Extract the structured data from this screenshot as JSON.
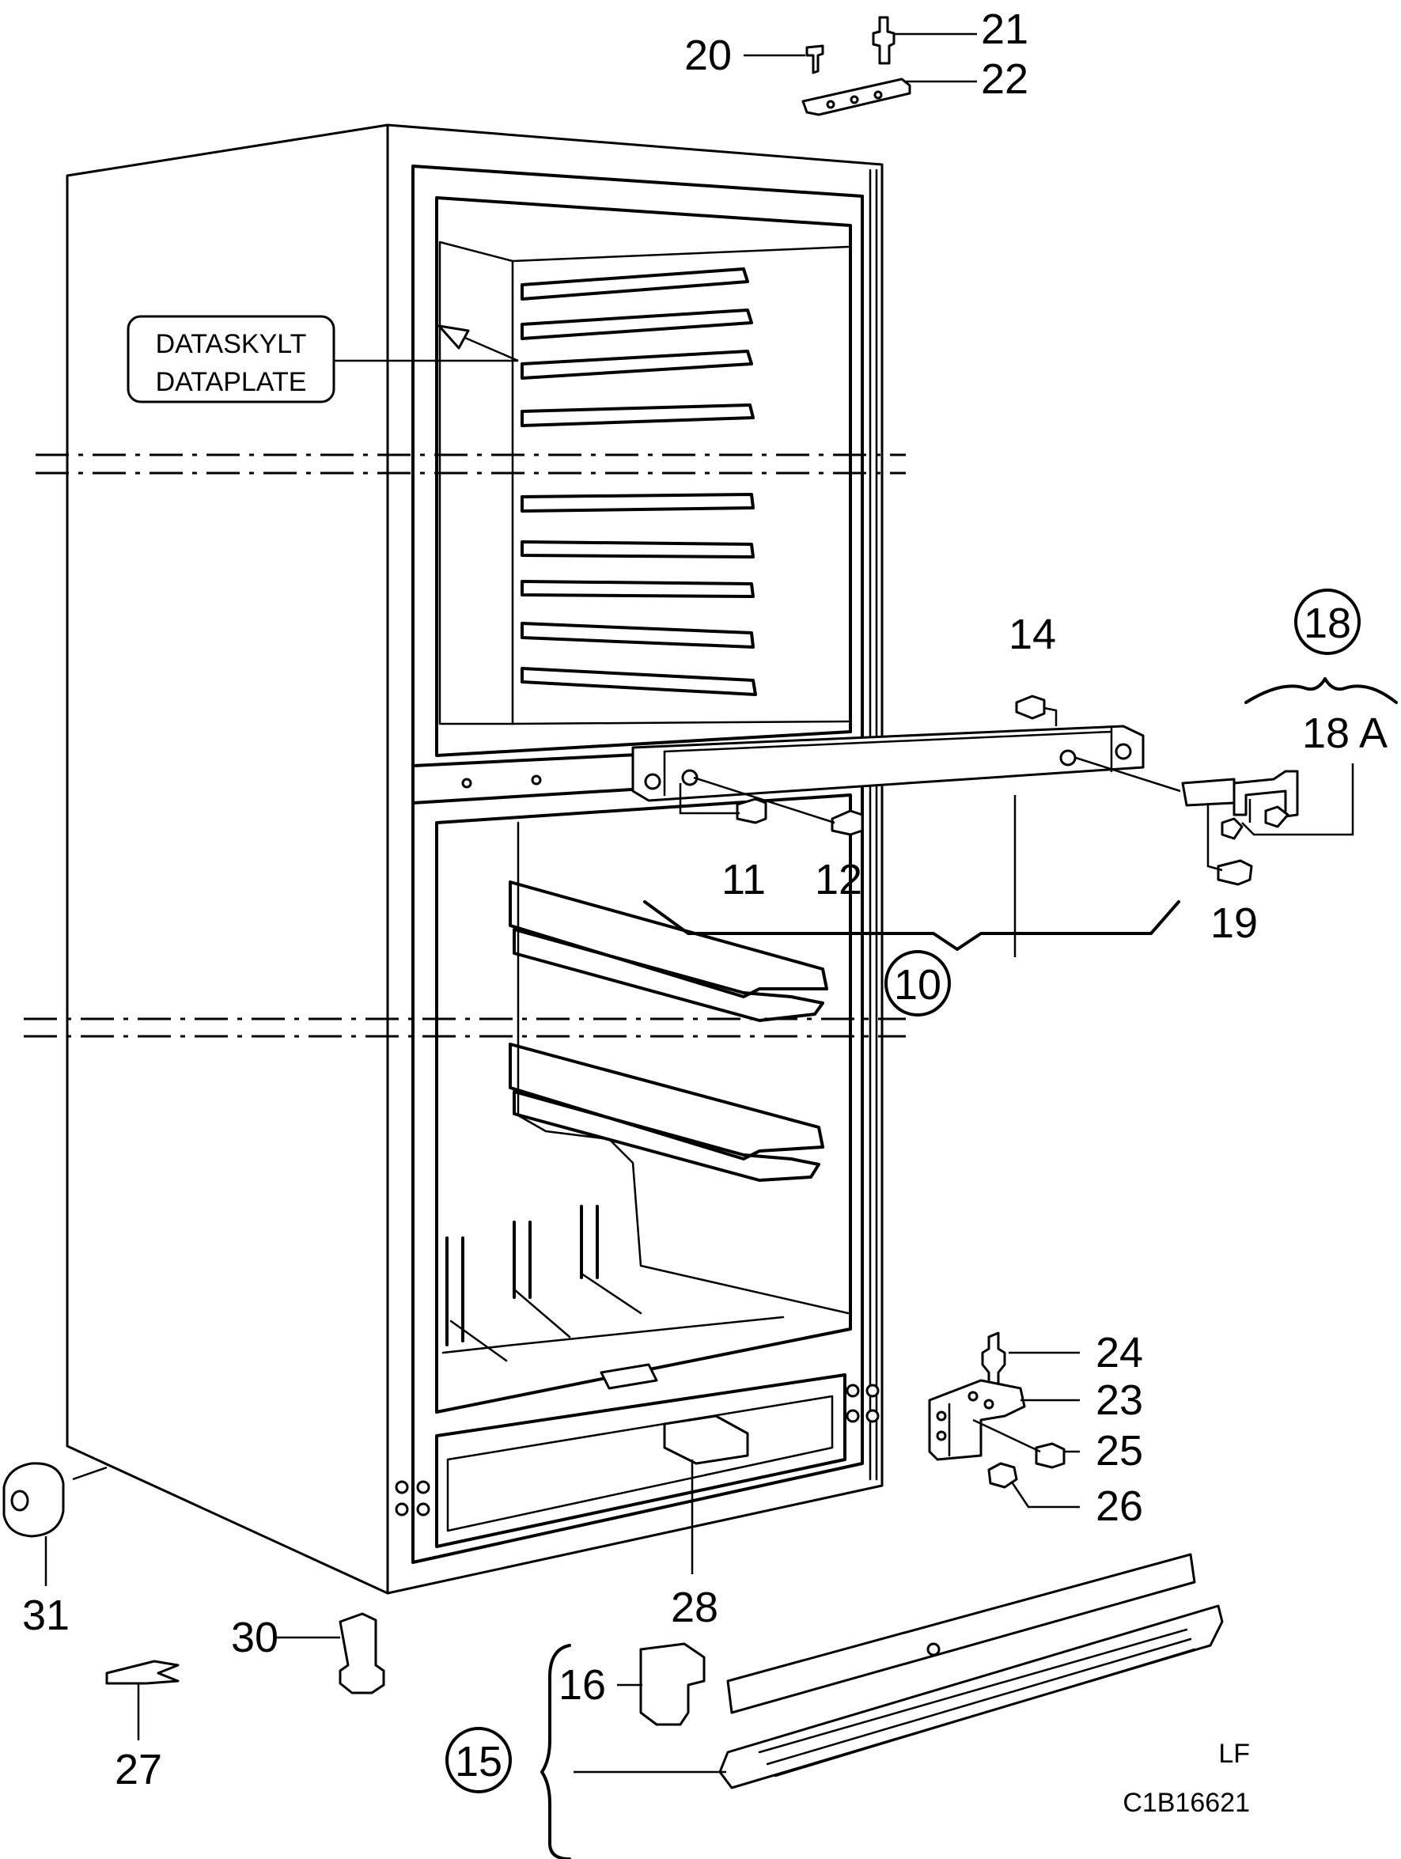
{
  "plate_label": {
    "line1": "DATASKYLT",
    "line2": "DATAPLATE"
  },
  "part_numbers": {
    "p10": "10",
    "p11": "11",
    "p12": "12",
    "p14": "14",
    "p15": "15",
    "p16": "16",
    "p18": "18",
    "p18a": "18 A",
    "p19": "19",
    "p20": "20",
    "p21": "21",
    "p22": "22",
    "p23": "23",
    "p24": "24",
    "p25": "25",
    "p26": "26",
    "p27": "27",
    "p28": "28",
    "p30": "30",
    "p31": "31"
  },
  "footer": {
    "code1": "LF",
    "code2": "C1B16621"
  }
}
